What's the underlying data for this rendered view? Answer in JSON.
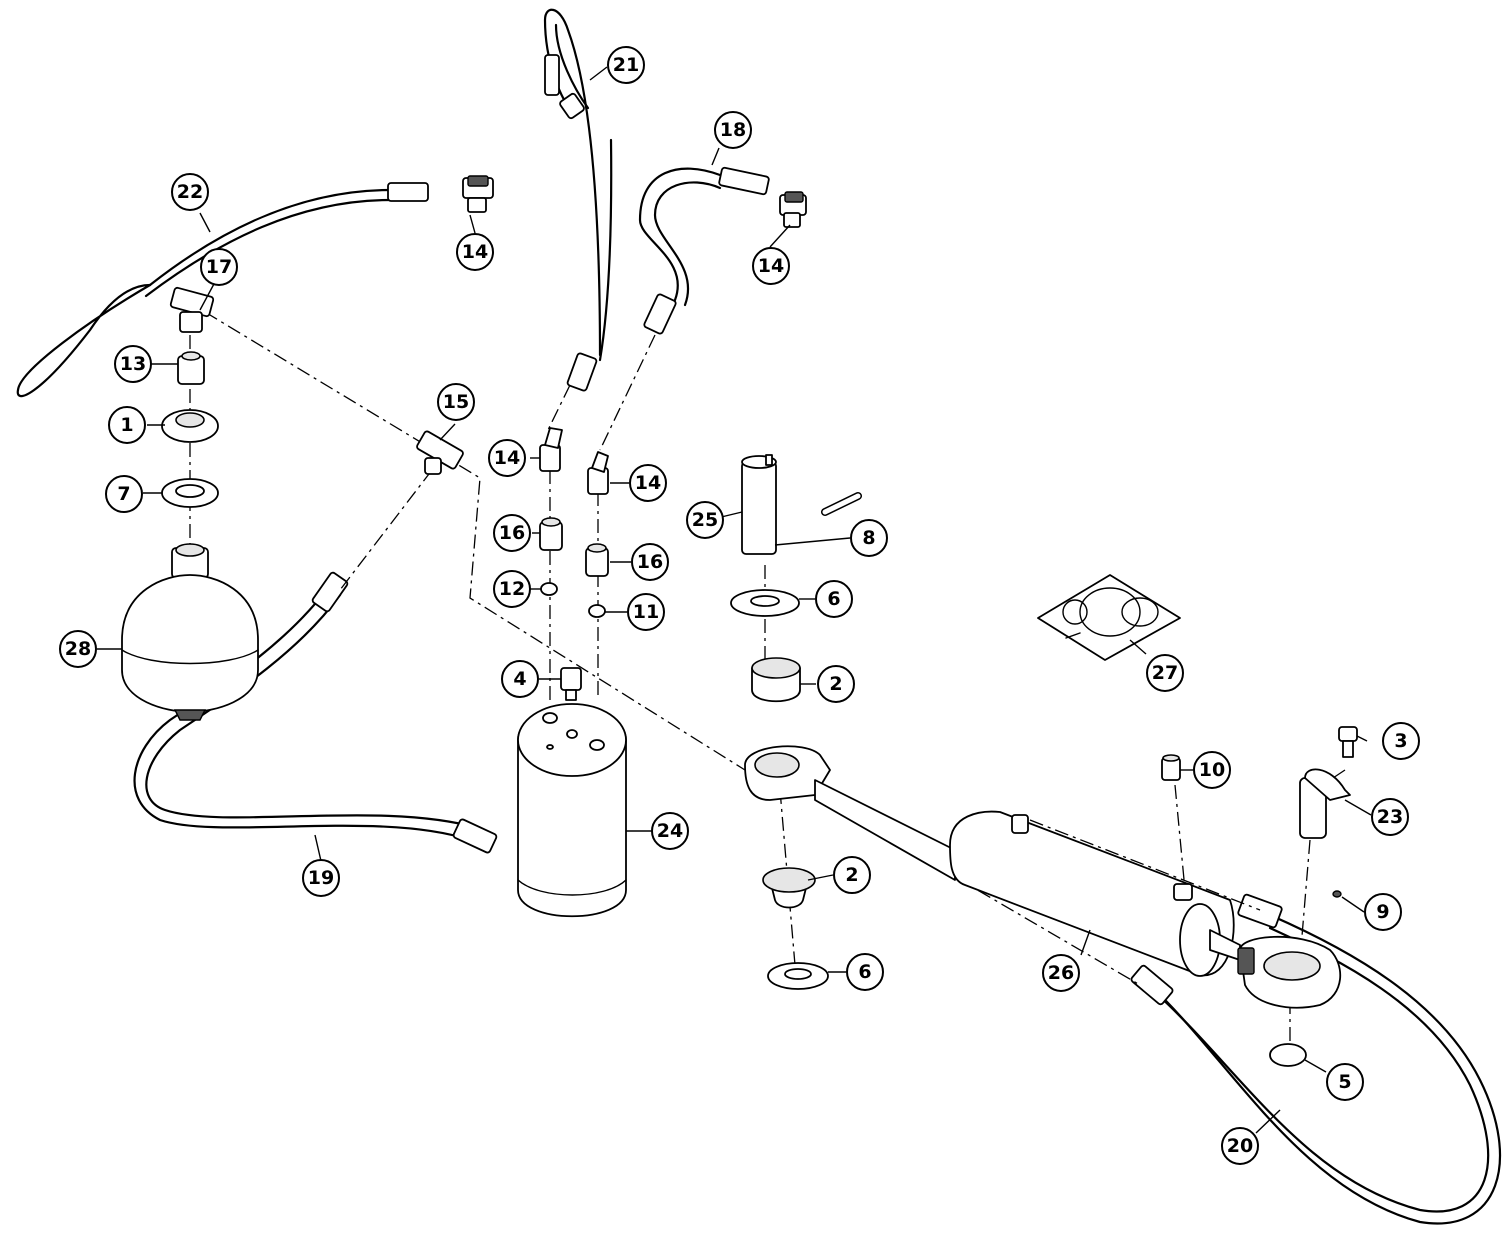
{
  "callouts": {
    "c1": "1",
    "c2a": "2",
    "c2b": "2",
    "c3": "3",
    "c4": "4",
    "c5": "5",
    "c6a": "6",
    "c6b": "6",
    "c7": "7",
    "c8": "8",
    "c9": "9",
    "c10": "10",
    "c11": "11",
    "c12": "12",
    "c13": "13",
    "c14a": "14",
    "c14b": "14",
    "c14c": "14",
    "c14d": "14",
    "c15": "15",
    "c16a": "16",
    "c16b": "16",
    "c17": "17",
    "c18": "18",
    "c19": "19",
    "c20": "20",
    "c21": "21",
    "c22": "22",
    "c23": "23",
    "c24": "24",
    "c25": "25",
    "c26": "26",
    "c27": "27",
    "c28": "28"
  }
}
